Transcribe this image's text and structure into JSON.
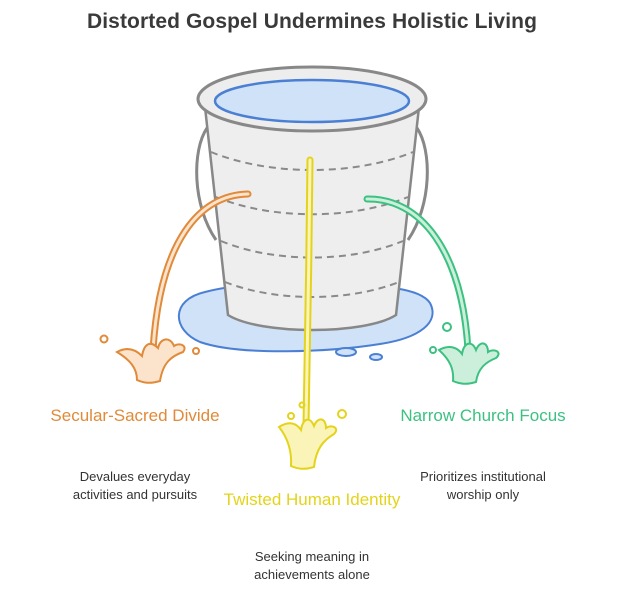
{
  "title": "Distorted Gospel Undermines Holistic Living",
  "items": [
    {
      "label": "Secular-Sacred Divide",
      "description": "Devalues everyday activities and pursuits",
      "color": "#e08a3a"
    },
    {
      "label": "Twisted Human Identity",
      "description": "Seeking meaning in achievements alone",
      "color": "#e3d41b"
    },
    {
      "label": "Narrow Church Focus",
      "description": "Prioritizes institutional worship only",
      "color": "#3cc181"
    }
  ],
  "colors": {
    "bucket_stroke": "#888888",
    "bucket_fill": "#eeeeee",
    "water_fill": "#cfe2f7",
    "water_stroke": "#4a7fd4"
  }
}
